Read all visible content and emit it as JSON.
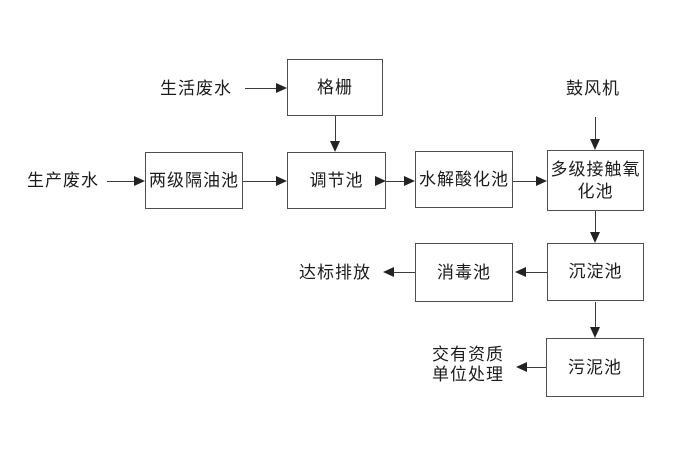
{
  "diagram_type": "process-flowchart",
  "colors": {
    "background": "#ffffff",
    "box_border": "#4f4f4f",
    "connector": "#3c3c3c",
    "arrowhead": "#232323",
    "text": "#1c1c1c"
  },
  "inputs": {
    "domestic_wastewater": "生活废水",
    "production_wastewater": "生产废水",
    "blower": "鼓风机"
  },
  "nodes": {
    "bar_screen": {
      "label": "格栅"
    },
    "oil_separator": {
      "label": "两级隔油池"
    },
    "regulating_tank": {
      "label": "调节池"
    },
    "hydrolysis_tank": {
      "label": "水解酸化池"
    },
    "contact_oxidation_tank": {
      "label": "多级接触氧\n化池"
    },
    "sedimentation_tank": {
      "label": "沉淀池"
    },
    "disinfection_tank": {
      "label": "消毒池"
    },
    "sludge_tank": {
      "label": "污泥池"
    }
  },
  "outputs": {
    "standard_discharge": "达标排放",
    "qualified_unit_treatment": "交有资质\n单位处理"
  },
  "edges": [
    {
      "from": "domestic_wastewater",
      "to": "bar_screen"
    },
    {
      "from": "bar_screen",
      "to": "regulating_tank"
    },
    {
      "from": "production_wastewater",
      "to": "oil_separator"
    },
    {
      "from": "oil_separator",
      "to": "regulating_tank"
    },
    {
      "from": "regulating_tank",
      "to": "hydrolysis_tank"
    },
    {
      "from": "hydrolysis_tank",
      "to": "contact_oxidation_tank"
    },
    {
      "from": "blower",
      "to": "contact_oxidation_tank"
    },
    {
      "from": "contact_oxidation_tank",
      "to": "sedimentation_tank"
    },
    {
      "from": "sedimentation_tank",
      "to": "disinfection_tank"
    },
    {
      "from": "disinfection_tank",
      "to": "standard_discharge"
    },
    {
      "from": "sedimentation_tank",
      "to": "sludge_tank"
    },
    {
      "from": "sludge_tank",
      "to": "qualified_unit_treatment"
    }
  ]
}
